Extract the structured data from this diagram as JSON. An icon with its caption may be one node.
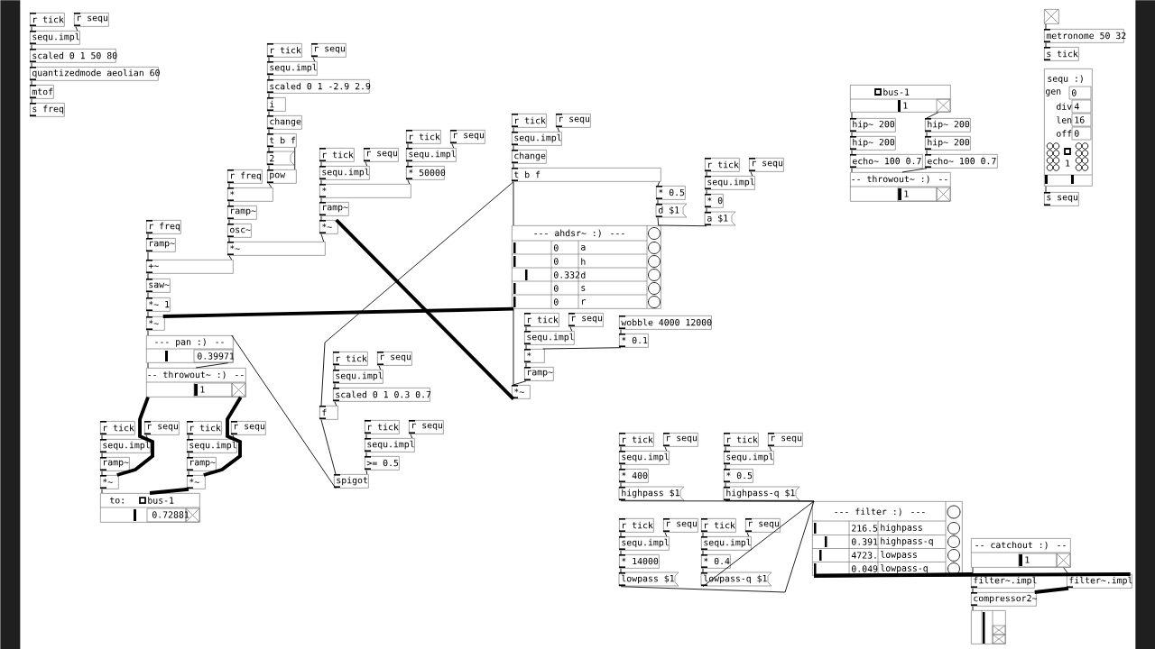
{
  "diagram": {
    "nodes": [
      {
        "text": [
          "r tick"
        ]
      },
      {
        "text": [
          "r sequ"
        ]
      },
      {
        "text": [
          "sequ.impl"
        ]
      },
      {
        "text": [
          "scaled 0 1 50 80"
        ]
      },
      {
        "text": [
          "quantizedmode aeolian 60"
        ]
      },
      {
        "text": [
          "mtof"
        ]
      },
      {
        "text": [
          "s freq"
        ]
      },
      {
        "text": [
          "r tick"
        ]
      },
      {
        "text": [
          "r sequ"
        ]
      },
      {
        "text": [
          "sequ.impl"
        ]
      },
      {
        "text": [
          "scaled 0 1 -2.9 2.9"
        ]
      },
      {
        "text": [
          "i"
        ]
      },
      {
        "text": [
          "change"
        ]
      },
      {
        "text": [
          "t b f"
        ]
      },
      {
        "text": [
          "2"
        ]
      },
      {
        "text": [
          "pow"
        ]
      },
      {
        "text": [
          "r freq"
        ]
      },
      {
        "text": [
          "*"
        ]
      },
      {
        "text": [
          "ramp~"
        ]
      },
      {
        "text": [
          "osc~"
        ]
      },
      {
        "text": [
          "*~"
        ]
      },
      {
        "text": [
          "r tick"
        ]
      },
      {
        "text": [
          "r sequ"
        ]
      },
      {
        "text": [
          "sequ.impl"
        ]
      },
      {
        "text": [
          "*"
        ]
      },
      {
        "text": [
          "ramp~"
        ]
      },
      {
        "text": [
          "*~"
        ]
      },
      {
        "text": [
          "r tick"
        ]
      },
      {
        "text": [
          "r sequ"
        ]
      },
      {
        "text": [
          "sequ.impl"
        ]
      },
      {
        "text": [
          "* 50000"
        ]
      },
      {
        "text": [
          "r freq"
        ]
      },
      {
        "text": [
          "ramp~"
        ]
      },
      {
        "text": [
          "+~"
        ]
      },
      {
        "text": [
          "saw~"
        ]
      },
      {
        "text": [
          "*~ 1"
        ]
      },
      {
        "text": [
          "*~"
        ]
      },
      {
        "text": [
          "--- pan :) --",
          "0.39971"
        ]
      },
      {
        "text": [
          "-- throwout~ :) --",
          "1"
        ]
      },
      {
        "text": [
          "r tick"
        ]
      },
      {
        "text": [
          "r sequ"
        ]
      },
      {
        "text": [
          "sequ.impl"
        ]
      },
      {
        "text": [
          "ramp~"
        ]
      },
      {
        "text": [
          "*~"
        ]
      },
      {
        "text": [
          "r tick"
        ]
      },
      {
        "text": [
          "r sequ"
        ]
      },
      {
        "text": [
          "sequ.impl"
        ]
      },
      {
        "text": [
          "ramp~"
        ]
      },
      {
        "text": [
          "*~"
        ]
      },
      {
        "text": [
          "to:",
          "bus-1",
          "0.72881"
        ]
      },
      {
        "text": [
          "r tick"
        ]
      },
      {
        "text": [
          "r sequ"
        ]
      },
      {
        "text": [
          "sequ.impl"
        ]
      },
      {
        "text": [
          "scaled 0 1 0.3 0.7"
        ]
      },
      {
        "text": [
          "f"
        ]
      },
      {
        "text": [
          "r tick"
        ]
      },
      {
        "text": [
          "r sequ"
        ]
      },
      {
        "text": [
          "sequ.impl"
        ]
      },
      {
        "text": [
          ">= 0.5"
        ]
      },
      {
        "text": [
          "spigot"
        ]
      },
      {
        "text": [
          "r tick"
        ]
      },
      {
        "text": [
          "r sequ"
        ]
      },
      {
        "text": [
          "sequ.impl"
        ]
      },
      {
        "text": [
          "change"
        ]
      },
      {
        "text": [
          "t b f"
        ]
      },
      {
        "text": [
          "* 0.5"
        ]
      },
      {
        "text": [
          "d $1"
        ]
      },
      {
        "text": [
          "r tick"
        ]
      },
      {
        "text": [
          "r sequ"
        ]
      },
      {
        "text": [
          "sequ.impl"
        ]
      },
      {
        "text": [
          "* 0"
        ]
      },
      {
        "text": [
          "a $1"
        ]
      },
      {
        "text": [
          "--- ahdsr~ :) ---",
          "0",
          "a",
          "0",
          "h",
          "0.332",
          "d",
          "0",
          "s",
          "0",
          "r"
        ]
      },
      {
        "text": [
          "r tick"
        ]
      },
      {
        "text": [
          "r sequ"
        ]
      },
      {
        "text": [
          "sequ.impl"
        ]
      },
      {
        "text": [
          "wobble 4000 12000"
        ]
      },
      {
        "text": [
          "* 0.1"
        ]
      },
      {
        "text": [
          "*"
        ]
      },
      {
        "text": [
          "ramp~"
        ]
      },
      {
        "text": [
          "*~"
        ]
      },
      {
        "text": [
          "bus-1",
          "1"
        ]
      },
      {
        "text": [
          "hip~ 200"
        ]
      },
      {
        "text": [
          "hip~ 200"
        ]
      },
      {
        "text": [
          "echo~ 100 0.7"
        ]
      },
      {
        "text": [
          "hip~ 200"
        ]
      },
      {
        "text": [
          "hip~ 200"
        ]
      },
      {
        "text": [
          "echo~ 100 0.7"
        ]
      },
      {
        "text": [
          "-- throwout~ :) --",
          "1"
        ]
      },
      {
        "text": [],
        "shape": "box"
      },
      {
        "text": [
          "metronome 50 32"
        ]
      },
      {
        "text": [
          "s tick"
        ]
      },
      {
        "text": [
          "sequ :)",
          "gen",
          "0",
          "div",
          "4",
          "len",
          "16",
          "off",
          "0",
          "1"
        ]
      },
      {
        "text": [
          "s sequ"
        ]
      },
      {
        "text": [
          "r tick"
        ]
      },
      {
        "text": [
          "r sequ"
        ]
      },
      {
        "text": [
          "sequ.impl"
        ]
      },
      {
        "text": [
          "* 400"
        ]
      },
      {
        "text": [
          "highpass $1"
        ]
      },
      {
        "text": [
          "r tick"
        ]
      },
      {
        "text": [
          "r sequ"
        ]
      },
      {
        "text": [
          "sequ.impl"
        ]
      },
      {
        "text": [
          "* 0.5"
        ]
      },
      {
        "text": [
          "highpass-q $1"
        ]
      },
      {
        "text": [
          "r tick"
        ]
      },
      {
        "text": [
          "r sequ"
        ]
      },
      {
        "text": [
          "sequ.impl"
        ]
      },
      {
        "text": [
          "* 14000"
        ]
      },
      {
        "text": [
          "lowpass $1"
        ]
      },
      {
        "text": [
          "r tick"
        ]
      },
      {
        "text": [
          "r sequ"
        ]
      },
      {
        "text": [
          "sequ.impl"
        ]
      },
      {
        "text": [
          "* 0.4"
        ]
      },
      {
        "text": [
          "lowpass-q $1"
        ]
      },
      {
        "text": [
          "--- filter :) ---",
          "216.5",
          "highpass",
          "0.391",
          "highpass-q",
          "4723.",
          "lowpass",
          "0.049",
          "lowpass-q"
        ]
      },
      {
        "text": [
          "-- catchout :) --",
          "1"
        ]
      },
      {
        "text": [
          "filter~.impl"
        ]
      },
      {
        "text": [
          "filter~.impl"
        ]
      },
      {
        "text": [
          "compressor2~"
        ]
      },
      {
        "text": [],
        "shape": "box"
      },
      {
        "text": [],
        "shape": "bar"
      },
      {
        "text": [],
        "shape": "bar"
      }
    ],
    "edges": [
      {
        "from": 0,
        "to": 2,
        "arrow": "none"
      },
      {
        "from": 1,
        "to": 2,
        "arrow": "none"
      },
      {
        "from": 2,
        "to": 3,
        "arrow": "none"
      },
      {
        "from": 3,
        "to": 4,
        "arrow": "none"
      },
      {
        "from": 4,
        "to": 5,
        "arrow": "none"
      },
      {
        "from": 5,
        "to": 6,
        "arrow": "none"
      },
      {
        "from": 7,
        "to": 9,
        "arrow": "none"
      },
      {
        "from": 8,
        "to": 9,
        "arrow": "none"
      },
      {
        "from": 9,
        "to": 10,
        "arrow": "none"
      },
      {
        "from": 10,
        "to": 11,
        "arrow": "none"
      },
      {
        "from": 11,
        "to": 12,
        "arrow": "none"
      },
      {
        "from": 12,
        "to": 13,
        "arrow": "none"
      },
      {
        "from": 13,
        "to": 14,
        "arrow": "none"
      },
      {
        "from": 13,
        "to": 15,
        "arrow": "none"
      },
      {
        "from": 14,
        "to": 15,
        "arrow": "none"
      },
      {
        "from": 16,
        "to": 17,
        "arrow": "none"
      },
      {
        "from": 15,
        "to": 17,
        "arrow": "none"
      },
      {
        "from": 17,
        "to": 18,
        "arrow": "none"
      },
      {
        "from": 18,
        "to": 19,
        "arrow": "none"
      },
      {
        "from": 19,
        "to": 20,
        "arrow": "none"
      },
      {
        "from": 21,
        "to": 23,
        "arrow": "none"
      },
      {
        "from": 22,
        "to": 23,
        "arrow": "none"
      },
      {
        "from": 23,
        "to": 24,
        "arrow": "none"
      },
      {
        "from": 24,
        "to": 25,
        "arrow": "none"
      },
      {
        "from": 25,
        "to": 26,
        "arrow": "none"
      },
      {
        "from": 26,
        "to": 20,
        "arrow": "none"
      },
      {
        "from": 27,
        "to": 29,
        "arrow": "none"
      },
      {
        "from": 28,
        "to": 29,
        "arrow": "none"
      },
      {
        "from": 29,
        "to": 30,
        "arrow": "none"
      },
      {
        "from": 30,
        "to": 24,
        "arrow": "none"
      },
      {
        "from": 31,
        "to": 32,
        "arrow": "none"
      },
      {
        "from": 32,
        "to": 33,
        "arrow": "none"
      },
      {
        "from": 20,
        "to": 33,
        "arrow": "none"
      },
      {
        "from": 33,
        "to": 34,
        "arrow": "none"
      },
      {
        "from": 34,
        "to": 35,
        "arrow": "none"
      },
      {
        "from": 35,
        "to": 36,
        "arrow": "none"
      },
      {
        "from": 36,
        "to": 37,
        "arrow": "none"
      },
      {
        "from": 37,
        "to": 38,
        "arrow": "none"
      },
      {
        "from": 37,
        "to": 38,
        "arrow": "none"
      },
      {
        "from": 38,
        "to": 43,
        "arrow": "none",
        "style": "thick"
      },
      {
        "from": 38,
        "to": 48,
        "arrow": "none",
        "style": "thick"
      },
      {
        "from": 39,
        "to": 41,
        "arrow": "none"
      },
      {
        "from": 40,
        "to": 41,
        "arrow": "none"
      },
      {
        "from": 41,
        "to": 42,
        "arrow": "none"
      },
      {
        "from": 42,
        "to": 43,
        "arrow": "none"
      },
      {
        "from": 44,
        "to": 46,
        "arrow": "none"
      },
      {
        "from": 45,
        "to": 46,
        "arrow": "none"
      },
      {
        "from": 46,
        "to": 47,
        "arrow": "none"
      },
      {
        "from": 47,
        "to": 48,
        "arrow": "none"
      },
      {
        "from": 43,
        "to": 49,
        "arrow": "none"
      },
      {
        "from": 48,
        "to": 49,
        "arrow": "none",
        "style": "thick"
      },
      {
        "from": 50,
        "to": 52,
        "arrow": "none"
      },
      {
        "from": 51,
        "to": 52,
        "arrow": "none"
      },
      {
        "from": 52,
        "to": 53,
        "arrow": "none"
      },
      {
        "from": 53,
        "to": 54,
        "arrow": "none"
      },
      {
        "from": 54,
        "to": 59,
        "arrow": "none"
      },
      {
        "from": 55,
        "to": 57,
        "arrow": "none"
      },
      {
        "from": 56,
        "to": 57,
        "arrow": "none"
      },
      {
        "from": 57,
        "to": 58,
        "arrow": "none"
      },
      {
        "from": 58,
        "to": 59,
        "arrow": "none"
      },
      {
        "from": 59,
        "to": 37,
        "arrow": "none"
      },
      {
        "from": 60,
        "to": 62,
        "arrow": "none"
      },
      {
        "from": 61,
        "to": 62,
        "arrow": "none"
      },
      {
        "from": 62,
        "to": 63,
        "arrow": "none"
      },
      {
        "from": 63,
        "to": 64,
        "arrow": "none"
      },
      {
        "from": 64,
        "to": 65,
        "arrow": "none"
      },
      {
        "from": 65,
        "to": 66,
        "arrow": "none"
      },
      {
        "from": 66,
        "to": 72,
        "arrow": "none"
      },
      {
        "from": 67,
        "to": 69,
        "arrow": "none"
      },
      {
        "from": 68,
        "to": 69,
        "arrow": "none"
      },
      {
        "from": 69,
        "to": 70,
        "arrow": "none"
      },
      {
        "from": 70,
        "to": 71,
        "arrow": "none"
      },
      {
        "from": 71,
        "to": 72,
        "arrow": "none"
      },
      {
        "from": 64,
        "to": 72,
        "arrow": "none"
      },
      {
        "from": 64,
        "to": 54,
        "arrow": "none"
      },
      {
        "from": 72,
        "to": 36,
        "arrow": "none",
        "style": "thick"
      },
      {
        "from": 73,
        "to": 75,
        "arrow": "none"
      },
      {
        "from": 74,
        "to": 75,
        "arrow": "none"
      },
      {
        "from": 75,
        "to": 78,
        "arrow": "none"
      },
      {
        "from": 76,
        "to": 77,
        "arrow": "none"
      },
      {
        "from": 77,
        "to": 78,
        "arrow": "none"
      },
      {
        "from": 78,
        "to": 79,
        "arrow": "none"
      },
      {
        "from": 79,
        "to": 80,
        "arrow": "none"
      },
      {
        "from": 72,
        "to": 80,
        "arrow": "none"
      },
      {
        "from": 80,
        "to": 26,
        "arrow": "none",
        "style": "thick"
      },
      {
        "from": 81,
        "to": 82,
        "arrow": "none"
      },
      {
        "from": 81,
        "to": 85,
        "arrow": "none"
      },
      {
        "from": 82,
        "to": 83,
        "arrow": "none"
      },
      {
        "from": 83,
        "to": 84,
        "arrow": "none"
      },
      {
        "from": 85,
        "to": 86,
        "arrow": "none"
      },
      {
        "from": 86,
        "to": 87,
        "arrow": "none"
      },
      {
        "from": 84,
        "to": 88,
        "arrow": "none"
      },
      {
        "from": 87,
        "to": 88,
        "arrow": "none"
      },
      {
        "from": 89,
        "to": 90,
        "arrow": "none"
      },
      {
        "from": 90,
        "to": 91,
        "arrow": "none"
      },
      {
        "from": 92,
        "to": 93,
        "arrow": "none"
      },
      {
        "from": 94,
        "to": 96,
        "arrow": "none"
      },
      {
        "from": 95,
        "to": 96,
        "arrow": "none"
      },
      {
        "from": 96,
        "to": 97,
        "arrow": "none"
      },
      {
        "from": 97,
        "to": 98,
        "arrow": "none"
      },
      {
        "from": 98,
        "to": 114,
        "arrow": "none"
      },
      {
        "from": 99,
        "to": 101,
        "arrow": "none"
      },
      {
        "from": 100,
        "to": 101,
        "arrow": "none"
      },
      {
        "from": 101,
        "to": 102,
        "arrow": "none"
      },
      {
        "from": 102,
        "to": 103,
        "arrow": "none"
      },
      {
        "from": 103,
        "to": 114,
        "arrow": "none"
      },
      {
        "from": 104,
        "to": 106,
        "arrow": "none"
      },
      {
        "from": 105,
        "to": 106,
        "arrow": "none"
      },
      {
        "from": 106,
        "to": 107,
        "arrow": "none"
      },
      {
        "from": 107,
        "to": 108,
        "arrow": "none"
      },
      {
        "from": 108,
        "to": 114,
        "arrow": "none"
      },
      {
        "from": 109,
        "to": 111,
        "arrow": "none"
      },
      {
        "from": 110,
        "to": 111,
        "arrow": "none"
      },
      {
        "from": 111,
        "to": 112,
        "arrow": "none"
      },
      {
        "from": 112,
        "to": 113,
        "arrow": "none"
      },
      {
        "from": 113,
        "to": 114,
        "arrow": "none"
      },
      {
        "from": 114,
        "to": 116,
        "arrow": "none",
        "style": "thick"
      },
      {
        "from": 114,
        "to": 117,
        "arrow": "none",
        "style": "thick"
      },
      {
        "from": 115,
        "to": 116,
        "arrow": "none"
      },
      {
        "from": 115,
        "to": 117,
        "arrow": "none"
      },
      {
        "from": 116,
        "to": 118,
        "arrow": "none"
      },
      {
        "from": 117,
        "to": 118,
        "arrow": "none",
        "style": "thick"
      },
      {
        "from": 118,
        "to": 119,
        "arrow": "none"
      }
    ]
  }
}
